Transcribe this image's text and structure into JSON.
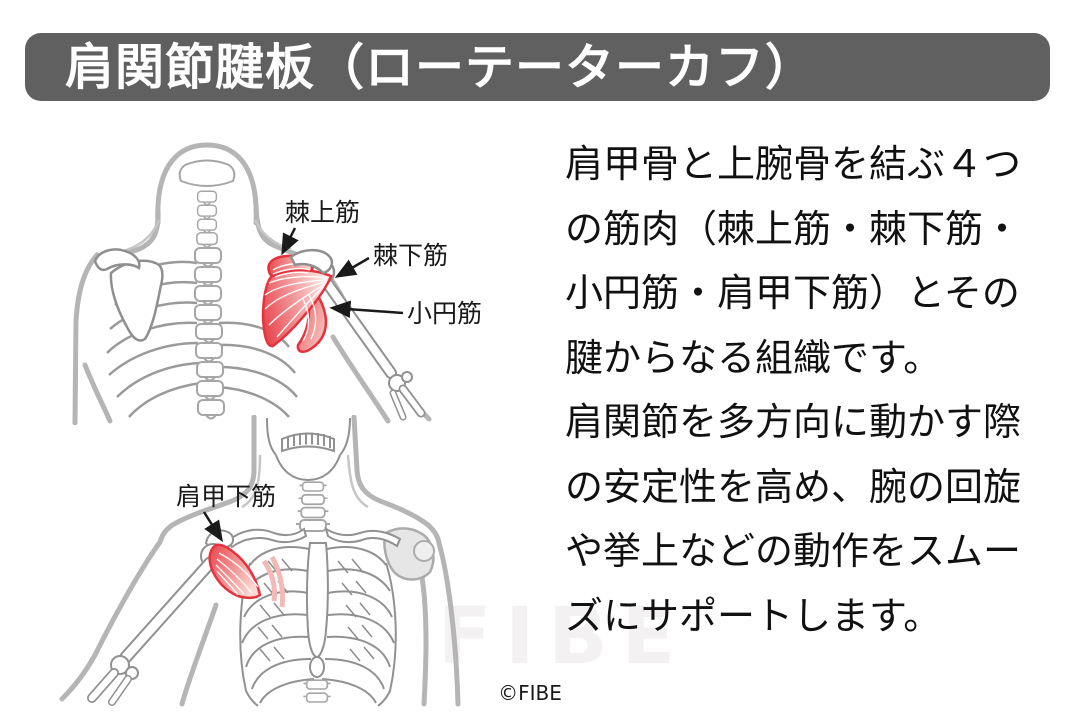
{
  "header": {
    "title": "肩関節腱板（ローテーターカフ）",
    "bg_color": "#606060",
    "text_color": "#ffffff"
  },
  "paragraph": {
    "lines": [
      "肩甲骨と上腕骨を結ぶ４つ",
      "の筋肉（棘上筋・棘下筋・",
      "小円筋・肩甲下筋）とその",
      "腱からなる組織です。",
      "肩関節を多方向に動かす際",
      "の安定性を高め、腕の回旋",
      "や挙上などの動作をスムー",
      "ズにサポートします。"
    ]
  },
  "illustrations": {
    "back": {
      "labels": [
        {
          "text": "棘上筋"
        },
        {
          "text": "棘下筋"
        },
        {
          "text": "小円筋"
        }
      ]
    },
    "front": {
      "labels": [
        {
          "text": "肩甲下筋"
        }
      ]
    }
  },
  "watermark": {
    "text": "FIBE"
  },
  "copyright": {
    "text": "©FIBE"
  },
  "colors": {
    "muscle_stroke": "#e5323d",
    "muscle_fill_dark": "#ea4e55",
    "muscle_fill_light": "#fde9e5",
    "body_outline": "#b5b5b5",
    "bone_outline": "#919191",
    "header_gray": "#606060"
  }
}
